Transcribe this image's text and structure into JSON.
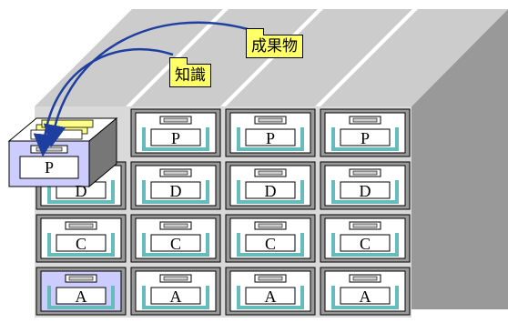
{
  "cabinet": {
    "rows": [
      {
        "label": "P"
      },
      {
        "label": "D"
      },
      {
        "label": "C"
      },
      {
        "label": "A"
      }
    ],
    "columns": 4,
    "pulled_drawer_label": "P"
  },
  "folders": {
    "knowledge": "知識",
    "deliverables": "成果物"
  },
  "colors": {
    "frame_gray": "#999999",
    "slot_gray": "#777777",
    "label_teal": "#66bbbb",
    "highlight_lavender": "#ccccff",
    "folder_yellow": "#ffff66",
    "arrow_blue": "#1f3fa0",
    "cloud_blue": "#b8dcea"
  }
}
